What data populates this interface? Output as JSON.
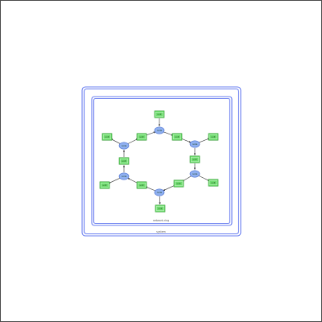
{
  "diagram": {
    "outer_frame_label": "system",
    "inner_frame_label": "network-ring",
    "colors": {
      "frame_stroke": "#6a7ff0",
      "hub_fill": "#8fb0f0",
      "hub_stroke": "#4a6fd0",
      "leaf_fill": "#6fdc6f",
      "leaf_stroke": "#2f9a2f",
      "edge": "#333333"
    },
    "hubs": [
      {
        "id": "h1",
        "label": "node"
      },
      {
        "id": "h2",
        "label": "node"
      },
      {
        "id": "h3",
        "label": "node"
      },
      {
        "id": "h4",
        "label": "node"
      },
      {
        "id": "h5",
        "label": "node"
      },
      {
        "id": "h6",
        "label": "node"
      }
    ],
    "leaves": [
      {
        "id": "l1",
        "label": "unit"
      },
      {
        "id": "l2",
        "label": "unit"
      },
      {
        "id": "l3",
        "label": "unit"
      },
      {
        "id": "l4",
        "label": "unit"
      },
      {
        "id": "l5",
        "label": "unit"
      },
      {
        "id": "l6",
        "label": "unit"
      },
      {
        "id": "l7",
        "label": "unit"
      },
      {
        "id": "l8",
        "label": "unit"
      },
      {
        "id": "l9",
        "label": "unit"
      },
      {
        "id": "l10",
        "label": "unit"
      },
      {
        "id": "l11",
        "label": "unit"
      },
      {
        "id": "l12",
        "label": "unit"
      }
    ]
  }
}
